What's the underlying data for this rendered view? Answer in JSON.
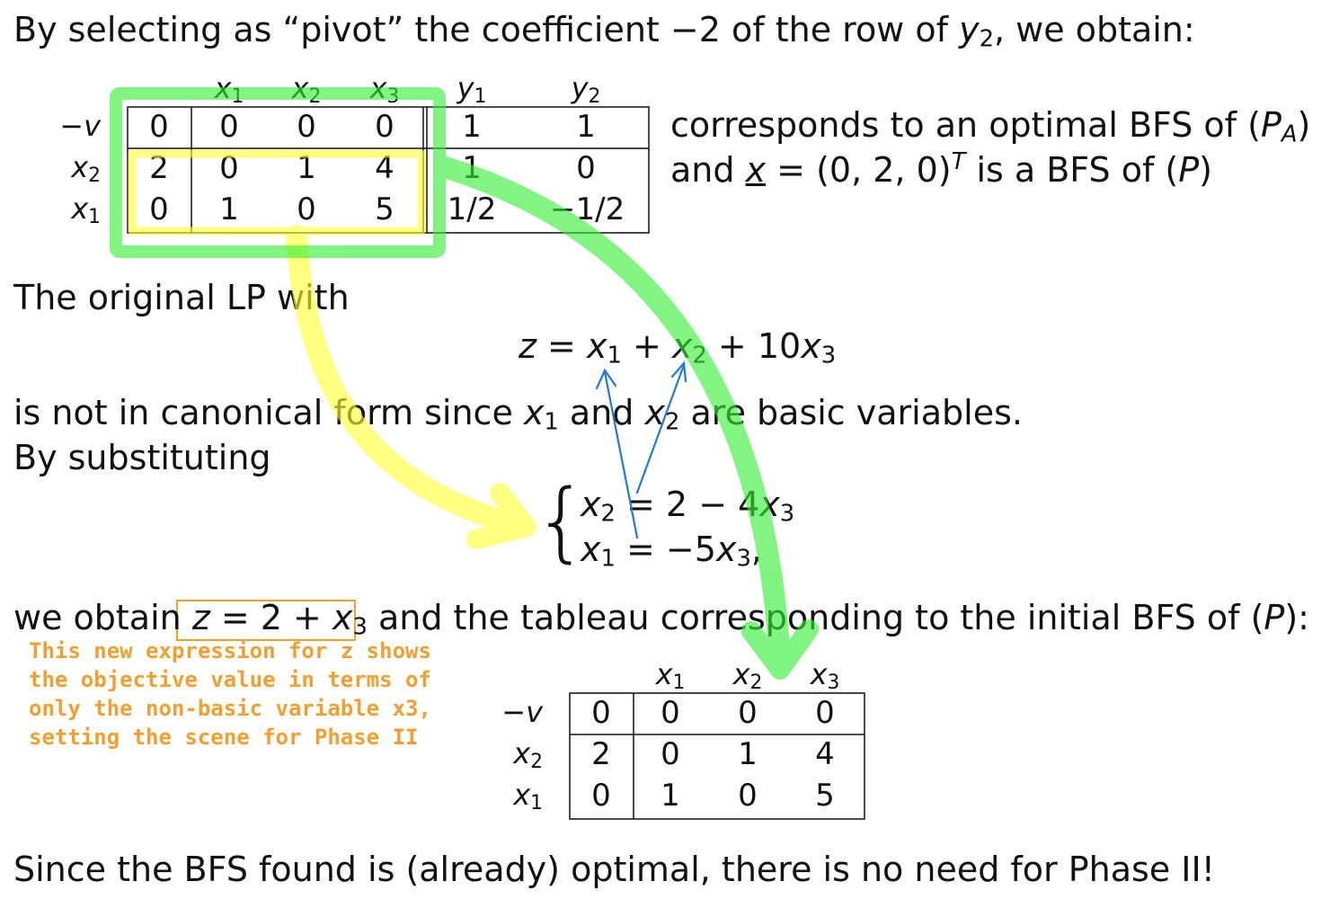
{
  "intro": {
    "pre": "By selecting as “pivot” the coefficient −2 of the row of ",
    "var": "y",
    "sub": "2",
    "post": ", we obtain:"
  },
  "tableau1": {
    "col_headers": [
      {
        "v": "x",
        "s": "1"
      },
      {
        "v": "x",
        "s": "2"
      },
      {
        "v": "x",
        "s": "3"
      },
      {
        "v": "y",
        "s": "1"
      },
      {
        "v": "y",
        "s": "2"
      }
    ],
    "row_labels": [
      {
        "v": "−v",
        "s": ""
      },
      {
        "v": "x",
        "s": "2"
      },
      {
        "v": "x",
        "s": "1"
      }
    ],
    "rows": [
      [
        "0",
        "0",
        "0",
        "0",
        "1",
        "1"
      ],
      [
        "2",
        "0",
        "1",
        "4",
        "1",
        "0"
      ],
      [
        "0",
        "1",
        "0",
        "5",
        "1/2",
        "−1/2"
      ]
    ]
  },
  "side_text": {
    "line1_pre": "corresponds to an optimal BFS of (",
    "line1_var": "P",
    "line1_sub": "A",
    "line1_post": ")",
    "line2_and": "and ",
    "line2_x": "x",
    "line2_mid": " = (0, 2, 0)",
    "line2_sup": "T",
    "line2_is": " is a BFS of (",
    "line2_P": "P",
    "line2_end": ")"
  },
  "original_lp": "The original LP with",
  "objective": {
    "lhs": "z",
    "eq": " = ",
    "t1": "x",
    "t1s": "1",
    "plus1": " + ",
    "t2": "x",
    "t2s": "2",
    "plus2": " + 10",
    "t3": "x",
    "t3s": "3"
  },
  "canonical": {
    "pre": "is not in canonical form since ",
    "a": "x",
    "as": "1",
    "and": " and ",
    "b": "x",
    "bs": "2",
    "post": " are basic variables."
  },
  "substituting": "By substituting",
  "system": {
    "eq1_var": "x",
    "eq1_sub": "2",
    "eq1_rhs_pre": " = 2 − 4",
    "eq1_rhs_var": "x",
    "eq1_rhs_sub": "3",
    "eq2_var": "x",
    "eq2_sub": "1",
    "eq2_rhs_pre": " = −5",
    "eq2_rhs_var": "x",
    "eq2_rhs_sub": "3",
    "eq2_rhs_post": ","
  },
  "obtain": {
    "pre": "we obtain ",
    "z": "z",
    "mid": " = 2 + ",
    "x": "x",
    "xs": "3",
    "post": " and the tableau corresponding to the initial BFS of (",
    "P": "P",
    "end": "):"
  },
  "annotation": [
    "This new expression for z shows",
    "the objective value in terms of",
    "only the non-basic variable x3,",
    "setting the scene for Phase II"
  ],
  "tableau2": {
    "col_headers": [
      {
        "v": "x",
        "s": "1"
      },
      {
        "v": "x",
        "s": "2"
      },
      {
        "v": "x",
        "s": "3"
      }
    ],
    "row_labels": [
      {
        "v": "−v",
        "s": ""
      },
      {
        "v": "x",
        "s": "2"
      },
      {
        "v": "x",
        "s": "1"
      }
    ],
    "rows": [
      [
        "0",
        "0",
        "0",
        "0"
      ],
      [
        "2",
        "0",
        "1",
        "4"
      ],
      [
        "0",
        "1",
        "0",
        "5"
      ]
    ]
  },
  "conclusion": "Since the BFS found is (already) optimal, there is no need for Phase II!",
  "colors": {
    "green_highlight": "#66f266",
    "yellow_highlight": "#ffff66",
    "blue_arrow": "#2277dd",
    "orange_note": "#f0a030"
  }
}
